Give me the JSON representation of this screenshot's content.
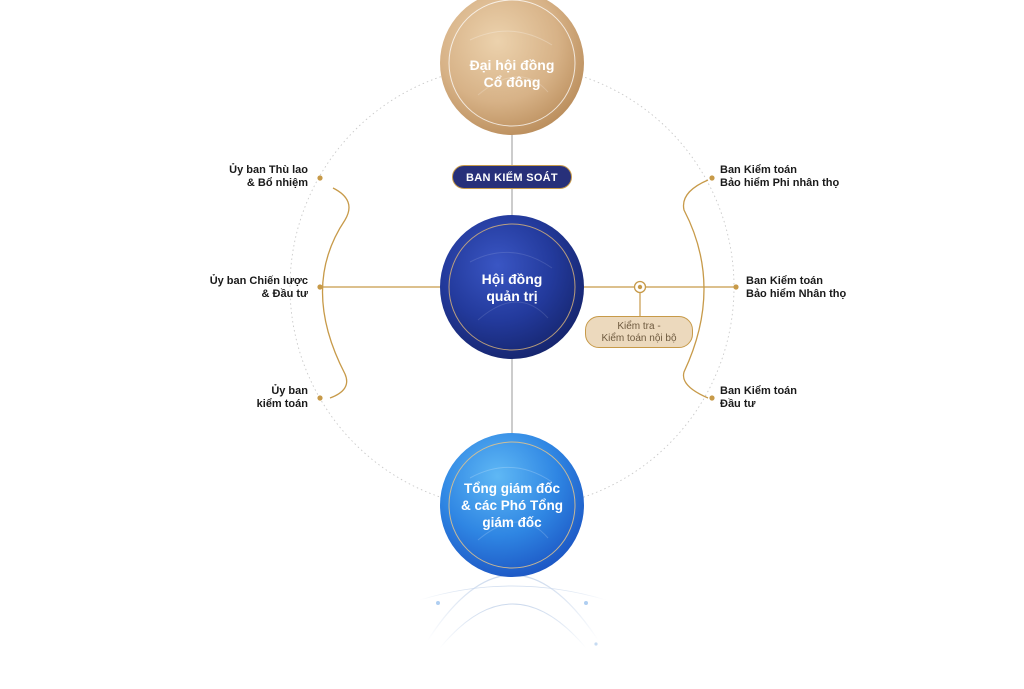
{
  "nodes": {
    "shareholders": {
      "label": "Đại hội đồng\nCổ đông"
    },
    "board": {
      "label": "Hội đồng\nquản trị"
    },
    "ceo": {
      "label": "Tổng giám đốc\n& các Phó Tổng\ngiám đốc"
    }
  },
  "supervisory": {
    "label": "BAN KIỂM SOÁT"
  },
  "internal_audit": {
    "label": "Kiểm tra -\nKiểm toán nội bộ"
  },
  "left_committees": [
    {
      "label": "Ủy ban Thù lao\n& Bổ nhiệm"
    },
    {
      "label": "Ủy ban Chiến lược\n& Đầu tư"
    },
    {
      "label": "Ủy ban\nkiểm toán"
    }
  ],
  "right_committees": [
    {
      "label": "Ban Kiểm toán\nBảo hiểm Phi nhân thọ"
    },
    {
      "label": "Ban Kiểm toán\nBảo hiểm Nhân thọ"
    },
    {
      "label": "Ban Kiểm toán\nĐầu tư"
    }
  ],
  "colors": {
    "gold": "#c79a49",
    "navy": "#1f2f86",
    "blue": "#2d7fe0",
    "line_grey": "#9a9a9a"
  }
}
